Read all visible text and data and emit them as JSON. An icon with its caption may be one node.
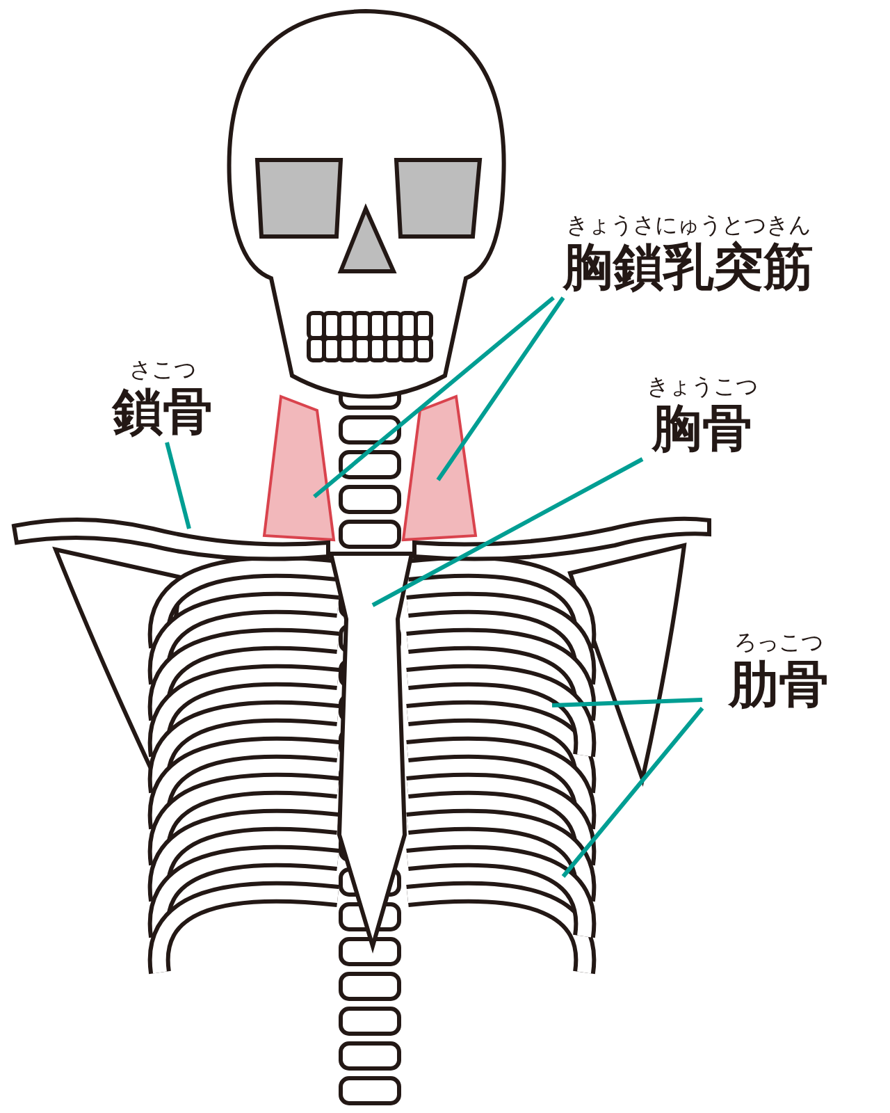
{
  "diagram": {
    "nodes": [
      {
        "text": [
          "きょうさにゅうとつきん",
          "胸鎖乳突筋"
        ]
      },
      {
        "text": [
          "さこつ",
          "鎖骨"
        ]
      },
      {
        "text": [
          "きょうこつ",
          "胸骨"
        ]
      },
      {
        "text": [
          "ろっこつ",
          "肋骨"
        ]
      },
      {
        "text": [],
        "shape": "picture"
      },
      {
        "text": [],
        "shape": "picture"
      },
      {
        "text": [],
        "shape": "picture"
      },
      {
        "text": [],
        "shape": "picture"
      },
      {
        "text": [],
        "shape": "picture"
      },
      {
        "text": [],
        "shape": "picture"
      }
    ],
    "edges": [
      {
        "from": 0,
        "to": 4,
        "arrow": "none"
      },
      {
        "from": 0,
        "to": 5,
        "arrow": "none"
      },
      {
        "from": 1,
        "to": 6,
        "arrow": "none"
      },
      {
        "from": 2,
        "to": 7,
        "arrow": "none"
      },
      {
        "from": 3,
        "to": 8,
        "arrow": "none"
      },
      {
        "from": 3,
        "to": 9,
        "arrow": "none"
      }
    ]
  }
}
